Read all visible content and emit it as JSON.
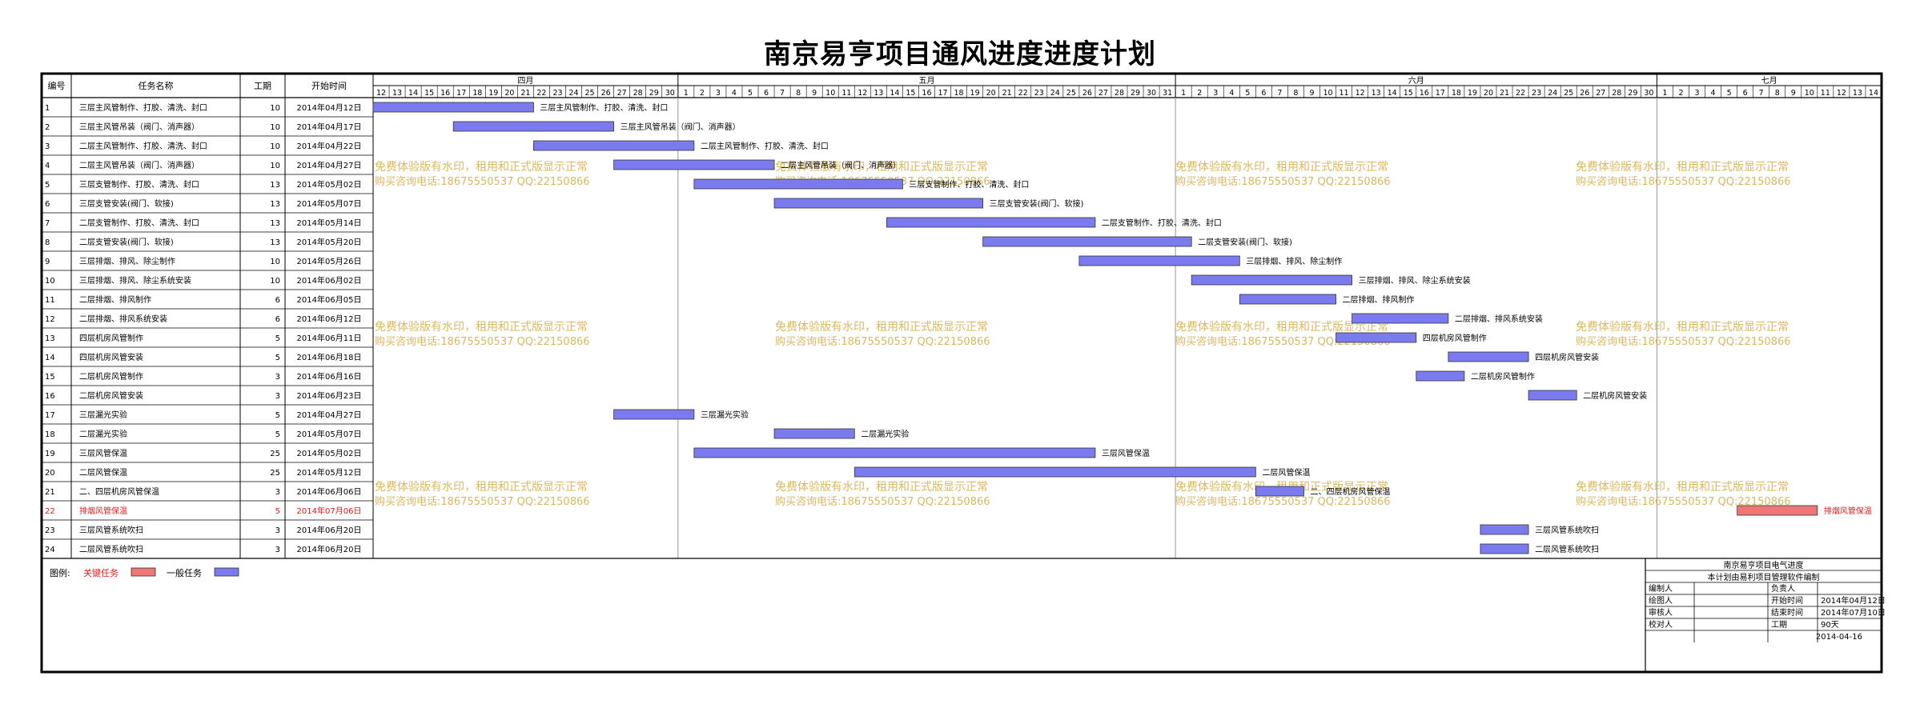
{
  "title": "南京易亨项目通风进度进度计划",
  "chart_data": {
    "type": "gantt",
    "title": "南京易亨项目通风进度进度计划",
    "columns": {
      "id": "编号",
      "name": "任务名称",
      "duration": "工期",
      "start": "开始时间"
    },
    "timeline": {
      "start": "2014-04-12",
      "end": "2014-07-14",
      "months": [
        {
          "label": "四月",
          "days": [
            "12",
            "13",
            "14",
            "15",
            "16",
            "17",
            "18",
            "19",
            "20",
            "21",
            "22",
            "23",
            "24",
            "25",
            "26",
            "27",
            "28",
            "29",
            "30"
          ]
        },
        {
          "label": "五月",
          "days": [
            "1",
            "2",
            "3",
            "4",
            "5",
            "6",
            "7",
            "8",
            "9",
            "10",
            "11",
            "12",
            "13",
            "14",
            "15",
            "16",
            "17",
            "18",
            "19",
            "20",
            "21",
            "22",
            "23",
            "24",
            "25",
            "26",
            "27",
            "28",
            "29",
            "30",
            "31"
          ]
        },
        {
          "label": "六月",
          "days": [
            "1",
            "2",
            "3",
            "4",
            "5",
            "6",
            "7",
            "8",
            "9",
            "10",
            "11",
            "12",
            "13",
            "14",
            "15",
            "16",
            "17",
            "18",
            "19",
            "20",
            "21",
            "22",
            "23",
            "24",
            "25",
            "26",
            "27",
            "28",
            "29",
            "30"
          ]
        },
        {
          "label": "七月",
          "days": [
            "1",
            "2",
            "3",
            "4",
            "5",
            "6",
            "7",
            "8",
            "9",
            "10",
            "11",
            "12",
            "13",
            "14"
          ]
        }
      ]
    },
    "tasks": [
      {
        "id": "1",
        "name": "三层主风管制作、打胶、清洗、封口",
        "duration": "10",
        "start": "2014年04月12日",
        "start_date": "2014-04-12",
        "critical": false
      },
      {
        "id": "2",
        "name": "三层主风管吊装（阀门、消声器）",
        "duration": "10",
        "start": "2014年04月17日",
        "start_date": "2014-04-17",
        "critical": false
      },
      {
        "id": "3",
        "name": "二层主风管制作、打胶、清洗、封口",
        "duration": "10",
        "start": "2014年04月22日",
        "start_date": "2014-04-22",
        "critical": false
      },
      {
        "id": "4",
        "name": "二层主风管吊装（阀门、消声器）",
        "duration": "10",
        "start": "2014年04月27日",
        "start_date": "2014-04-27",
        "critical": false
      },
      {
        "id": "5",
        "name": "三层支管制作、打胶、清洗、封口",
        "duration": "13",
        "start": "2014年05月02日",
        "start_date": "2014-05-02",
        "critical": false
      },
      {
        "id": "6",
        "name": "三层支管安装(阀门、软接)",
        "duration": "13",
        "start": "2014年05月07日",
        "start_date": "2014-05-07",
        "critical": false
      },
      {
        "id": "7",
        "name": "二层支管制作、打胶、清洗、封口",
        "duration": "13",
        "start": "2014年05月14日",
        "start_date": "2014-05-14",
        "critical": false
      },
      {
        "id": "8",
        "name": "二层支管安装(阀门、软接)",
        "duration": "13",
        "start": "2014年05月20日",
        "start_date": "2014-05-20",
        "critical": false
      },
      {
        "id": "9",
        "name": "三层排烟、排风、除尘制作",
        "duration": "10",
        "start": "2014年05月26日",
        "start_date": "2014-05-26",
        "critical": false
      },
      {
        "id": "10",
        "name": "三层排烟、排风、除尘系统安装",
        "duration": "10",
        "start": "2014年06月02日",
        "start_date": "2014-06-02",
        "critical": false
      },
      {
        "id": "11",
        "name": "二层排烟、排风制作",
        "duration": "6",
        "start": "2014年06月05日",
        "start_date": "2014-06-05",
        "critical": false
      },
      {
        "id": "12",
        "name": "二层排烟、排风系统安装",
        "duration": "6",
        "start": "2014年06月12日",
        "start_date": "2014-06-12",
        "critical": false
      },
      {
        "id": "13",
        "name": "四层机房风管制作",
        "duration": "5",
        "start": "2014年06月11日",
        "start_date": "2014-06-11",
        "critical": false
      },
      {
        "id": "14",
        "name": "四层机房风管安装",
        "duration": "5",
        "start": "2014年06月18日",
        "start_date": "2014-06-18",
        "critical": false
      },
      {
        "id": "15",
        "name": "二层机房风管制作",
        "duration": "3",
        "start": "2014年06月16日",
        "start_date": "2014-06-16",
        "critical": false
      },
      {
        "id": "16",
        "name": "二层机房风管安装",
        "duration": "3",
        "start": "2014年06月23日",
        "start_date": "2014-06-23",
        "critical": false
      },
      {
        "id": "17",
        "name": "三层漏光实验",
        "duration": "5",
        "start": "2014年04月27日",
        "start_date": "2014-04-27",
        "critical": false
      },
      {
        "id": "18",
        "name": "二层漏光实验",
        "duration": "5",
        "start": "2014年05月07日",
        "start_date": "2014-05-07",
        "critical": false
      },
      {
        "id": "19",
        "name": "三层风管保温",
        "duration": "25",
        "start": "2014年05月02日",
        "start_date": "2014-05-02",
        "critical": false
      },
      {
        "id": "20",
        "name": "二层风管保温",
        "duration": "25",
        "start": "2014年05月12日",
        "start_date": "2014-05-12",
        "critical": false
      },
      {
        "id": "21",
        "name": "二、四层机房风管保温",
        "duration": "3",
        "start": "2014年06月06日",
        "start_date": "2014-06-06",
        "critical": false
      },
      {
        "id": "22",
        "name": "排烟风管保温",
        "duration": "5",
        "start": "2014年07月06日",
        "start_date": "2014-07-06",
        "critical": true
      },
      {
        "id": "23",
        "name": "三层风管系统吹扫",
        "duration": "3",
        "start": "2014年06月20日",
        "start_date": "2014-06-20",
        "critical": false
      },
      {
        "id": "24",
        "name": "二层风管系统吹扫",
        "duration": "3",
        "start": "2014年06月20日",
        "start_date": "2014-06-20",
        "critical": false
      }
    ],
    "legend": {
      "label": "图例:",
      "critical": "关键任务",
      "normal": "一般任务"
    },
    "info": {
      "title": "南京易亨项目电气进度",
      "subtitle": "本计划由易利项目管理软件编制",
      "compiler_label": "编制人",
      "compiler": "",
      "owner_label": "负责人",
      "owner": "",
      "drawer_label": "绘图人",
      "drawer": "",
      "start_label": "开始时间",
      "start": "2014年04月12日",
      "reviewer_label": "审核人",
      "reviewer": "",
      "end_label": "结束时间",
      "end": "2014年07月10日",
      "checker_label": "校对人",
      "checker": "",
      "duration_label": "工期",
      "duration": "90天",
      "date": "2014-04-16"
    },
    "watermark": {
      "line1": "免费体验版有水印，租用和正式版显示正常",
      "line2": "购买咨询电话:18675550537 QQ:22150866"
    }
  },
  "colors": {
    "normal_bar": "#7b7bef",
    "critical_bar": "#ef7676",
    "critical_text": "#e81818",
    "watermark": "#d8b860",
    "grid": "#999999"
  }
}
